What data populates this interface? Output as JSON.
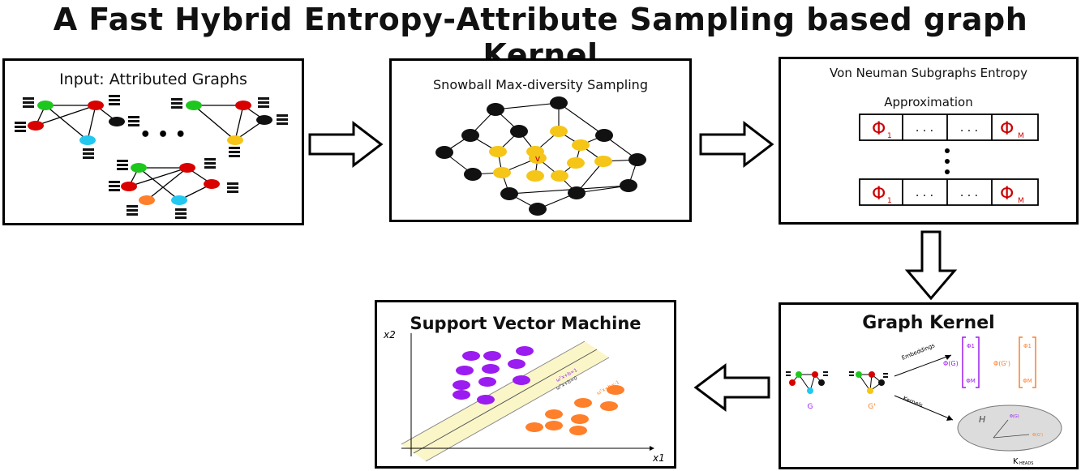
{
  "title": "A Fast Hybrid Entropy-Attribute Sampling based graph Kernel",
  "panels": {
    "input": {
      "title": "Input: Attributed Graphs",
      "ellipsis": "• • •"
    },
    "sampling": {
      "title": "Snowball Max-diversity Sampling",
      "center_label": "v"
    },
    "entropy": {
      "title_line1": "Von Neuman Subgraphs Entropy",
      "title_line2": "Approximation",
      "phi_first": "Φ",
      "phi_first_sub": "1",
      "phi_last": "Φ",
      "phi_last_sub": "M",
      "dots": ". . .",
      "vdots": "•\n•\n•"
    },
    "kernel": {
      "title": "Graph Kernel",
      "embeddings_label": "Embeddings",
      "kernels_label": "Kernels",
      "phi_g": "Φ(G)",
      "phi_gprime": "Φ(G')",
      "g_label": "G",
      "gprime_label": "G'",
      "vec_top": "Φ1",
      "vec_bottom": "ΦM",
      "hilbert": "H",
      "k_label": "K",
      "k_sub": "HEADS"
    },
    "svm": {
      "title": "Support Vector Machine",
      "x2_label": "x2",
      "x1_label": "x1",
      "eq_upper": "ωᵀx+b=1",
      "eq_mid": "ωᵀx+b=0",
      "eq_lower": "ωᵀx+b=-1"
    }
  },
  "colors": {
    "black_node": "#111111",
    "yellow_node": "#f5c518",
    "red_node": "#d90000",
    "green_node": "#1ec71e",
    "cyan_node": "#22c8f0",
    "orange_node": "#ff7f2a",
    "purple": "#9b1cf0",
    "svm_band": "#fbf6c8"
  }
}
